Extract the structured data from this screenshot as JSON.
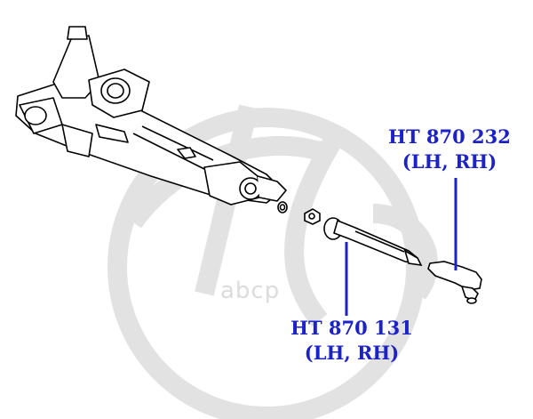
{
  "watermark": {
    "text": "аbcp"
  },
  "callouts": [
    {
      "part_number": "HT 870 232",
      "side": "(LH, RH)"
    },
    {
      "part_number": "HT 870 131",
      "side": "(LH, RH)"
    }
  ],
  "colors": {
    "callout": "#1a22c8",
    "watermark": "#dcdcdc",
    "line_art": "#000000"
  }
}
